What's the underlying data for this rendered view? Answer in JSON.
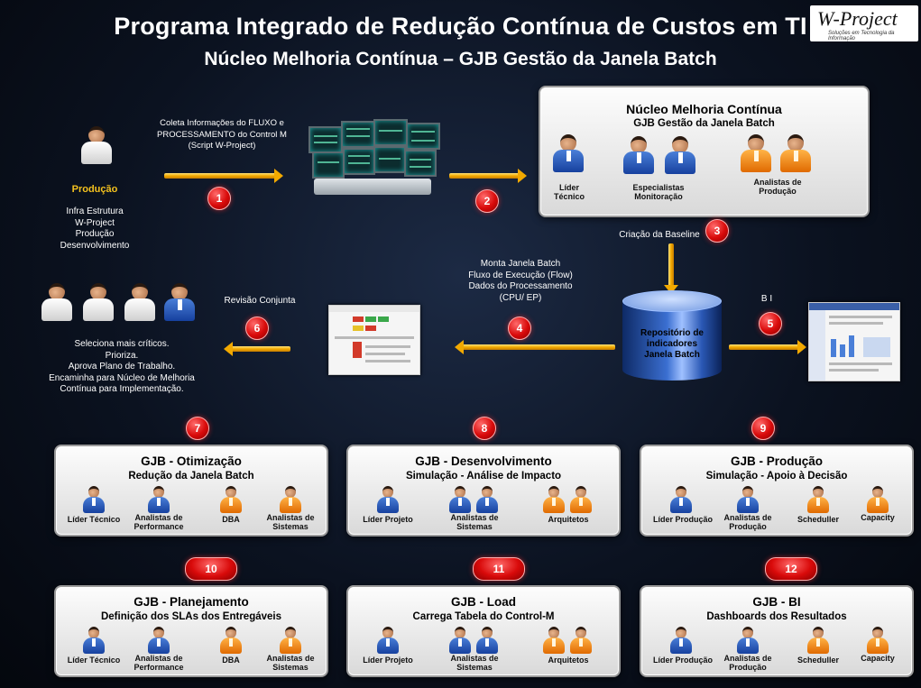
{
  "header": {
    "title": "Programa Integrado de Redução Contínua de Custos em TI",
    "subtitle": "Núcleo Melhoria Contínua – GJB Gestão da Janela Batch",
    "logo_text": "W-Project",
    "logo_tagline": "Soluções em Tecnologia da Informação"
  },
  "colors": {
    "accent": "#f4c21e",
    "badge": "#d90a0a",
    "arrow": "#f2a900",
    "person_blue": "#1f4fb3",
    "person_orange": "#f08a1a"
  },
  "steps": {
    "s1": "1",
    "s2": "2",
    "s3": "3",
    "s4": "4",
    "s5": "5",
    "s6": "6",
    "s7": "7",
    "s8": "8",
    "s9": "9",
    "s10": "10",
    "s11": "11",
    "s12": "12"
  },
  "flow": {
    "step1_text": [
      "Coleta Informações do FLUXO e",
      "PROCESSAMENTO do Control M",
      "(Script W-Project)"
    ],
    "producao_label": "Produção",
    "producao_items": [
      "Infra Estrutura",
      "W-Project",
      "Produção",
      "Desenvolvimento"
    ],
    "baseline_text": "Criação da Baseline",
    "step4_text": [
      "Monta Janela Batch",
      "Fluxo de Execução (Flow)",
      "Dados do Processamento",
      "(CPU/ EP)"
    ],
    "bi_text": "B I",
    "revisao_text": "Revisão Conjunta",
    "repo_text": [
      "Repositório de",
      "indicadores",
      "Janela Batch"
    ],
    "review_items": [
      "Seleciona mais críticos.",
      "Prioriza.",
      "Aprova Plano de Trabalho.",
      "Encaminha para Núcleo de Melhoria",
      "Contínua para Implementação."
    ]
  },
  "nucleo": {
    "title": "Núcleo Melhoria Contínua",
    "subtitle": "GJB Gestão da Janela Batch",
    "roles": {
      "lider": [
        "Líder",
        "Técnico"
      ],
      "especialistas": [
        "Especialistas",
        "Monitoração"
      ],
      "analistas": [
        "Analistas de",
        "Produção"
      ]
    }
  },
  "panels": {
    "otimizacao": {
      "title": "GJB - Otimização",
      "subtitle": "Redução da Janela Batch",
      "roles": [
        [
          "Líder Técnico"
        ],
        [
          "Analistas de",
          "Performance"
        ],
        [
          "DBA"
        ],
        [
          "Analistas de",
          "Sistemas"
        ]
      ]
    },
    "desenvolvimento": {
      "title": "GJB - Desenvolvimento",
      "subtitle": "Simulação - Análise de Impacto",
      "roles": [
        [
          "Líder Projeto"
        ],
        [
          "Analistas de",
          "Sistemas"
        ],
        [
          "Arquitetos"
        ]
      ]
    },
    "producao": {
      "title": "GJB - Produção",
      "subtitle": "Simulação - Apoio à Decisão",
      "roles": [
        [
          "Líder Produção"
        ],
        [
          "Analistas de",
          "Produção"
        ],
        [
          "Scheduller"
        ],
        [
          "Capacity"
        ]
      ]
    },
    "planejamento": {
      "title": "GJB - Planejamento",
      "subtitle": "Definição dos SLAs dos Entregáveis",
      "roles": [
        [
          "Líder Técnico"
        ],
        [
          "Analistas de",
          "Performance"
        ],
        [
          "DBA"
        ],
        [
          "Analistas de",
          "Sistemas"
        ]
      ]
    },
    "load": {
      "title": "GJB - Load",
      "subtitle": "Carrega Tabela do Control-M",
      "roles": [
        [
          "Líder Projeto"
        ],
        [
          "Analistas de",
          "Sistemas"
        ],
        [
          "Arquitetos"
        ]
      ]
    },
    "bi": {
      "title": "GJB - BI",
      "subtitle": "Dashboards dos Resultados",
      "roles": [
        [
          "Líder Produção"
        ],
        [
          "Analistas de",
          "Produção"
        ],
        [
          "Scheduller"
        ],
        [
          "Capacity"
        ]
      ]
    }
  }
}
